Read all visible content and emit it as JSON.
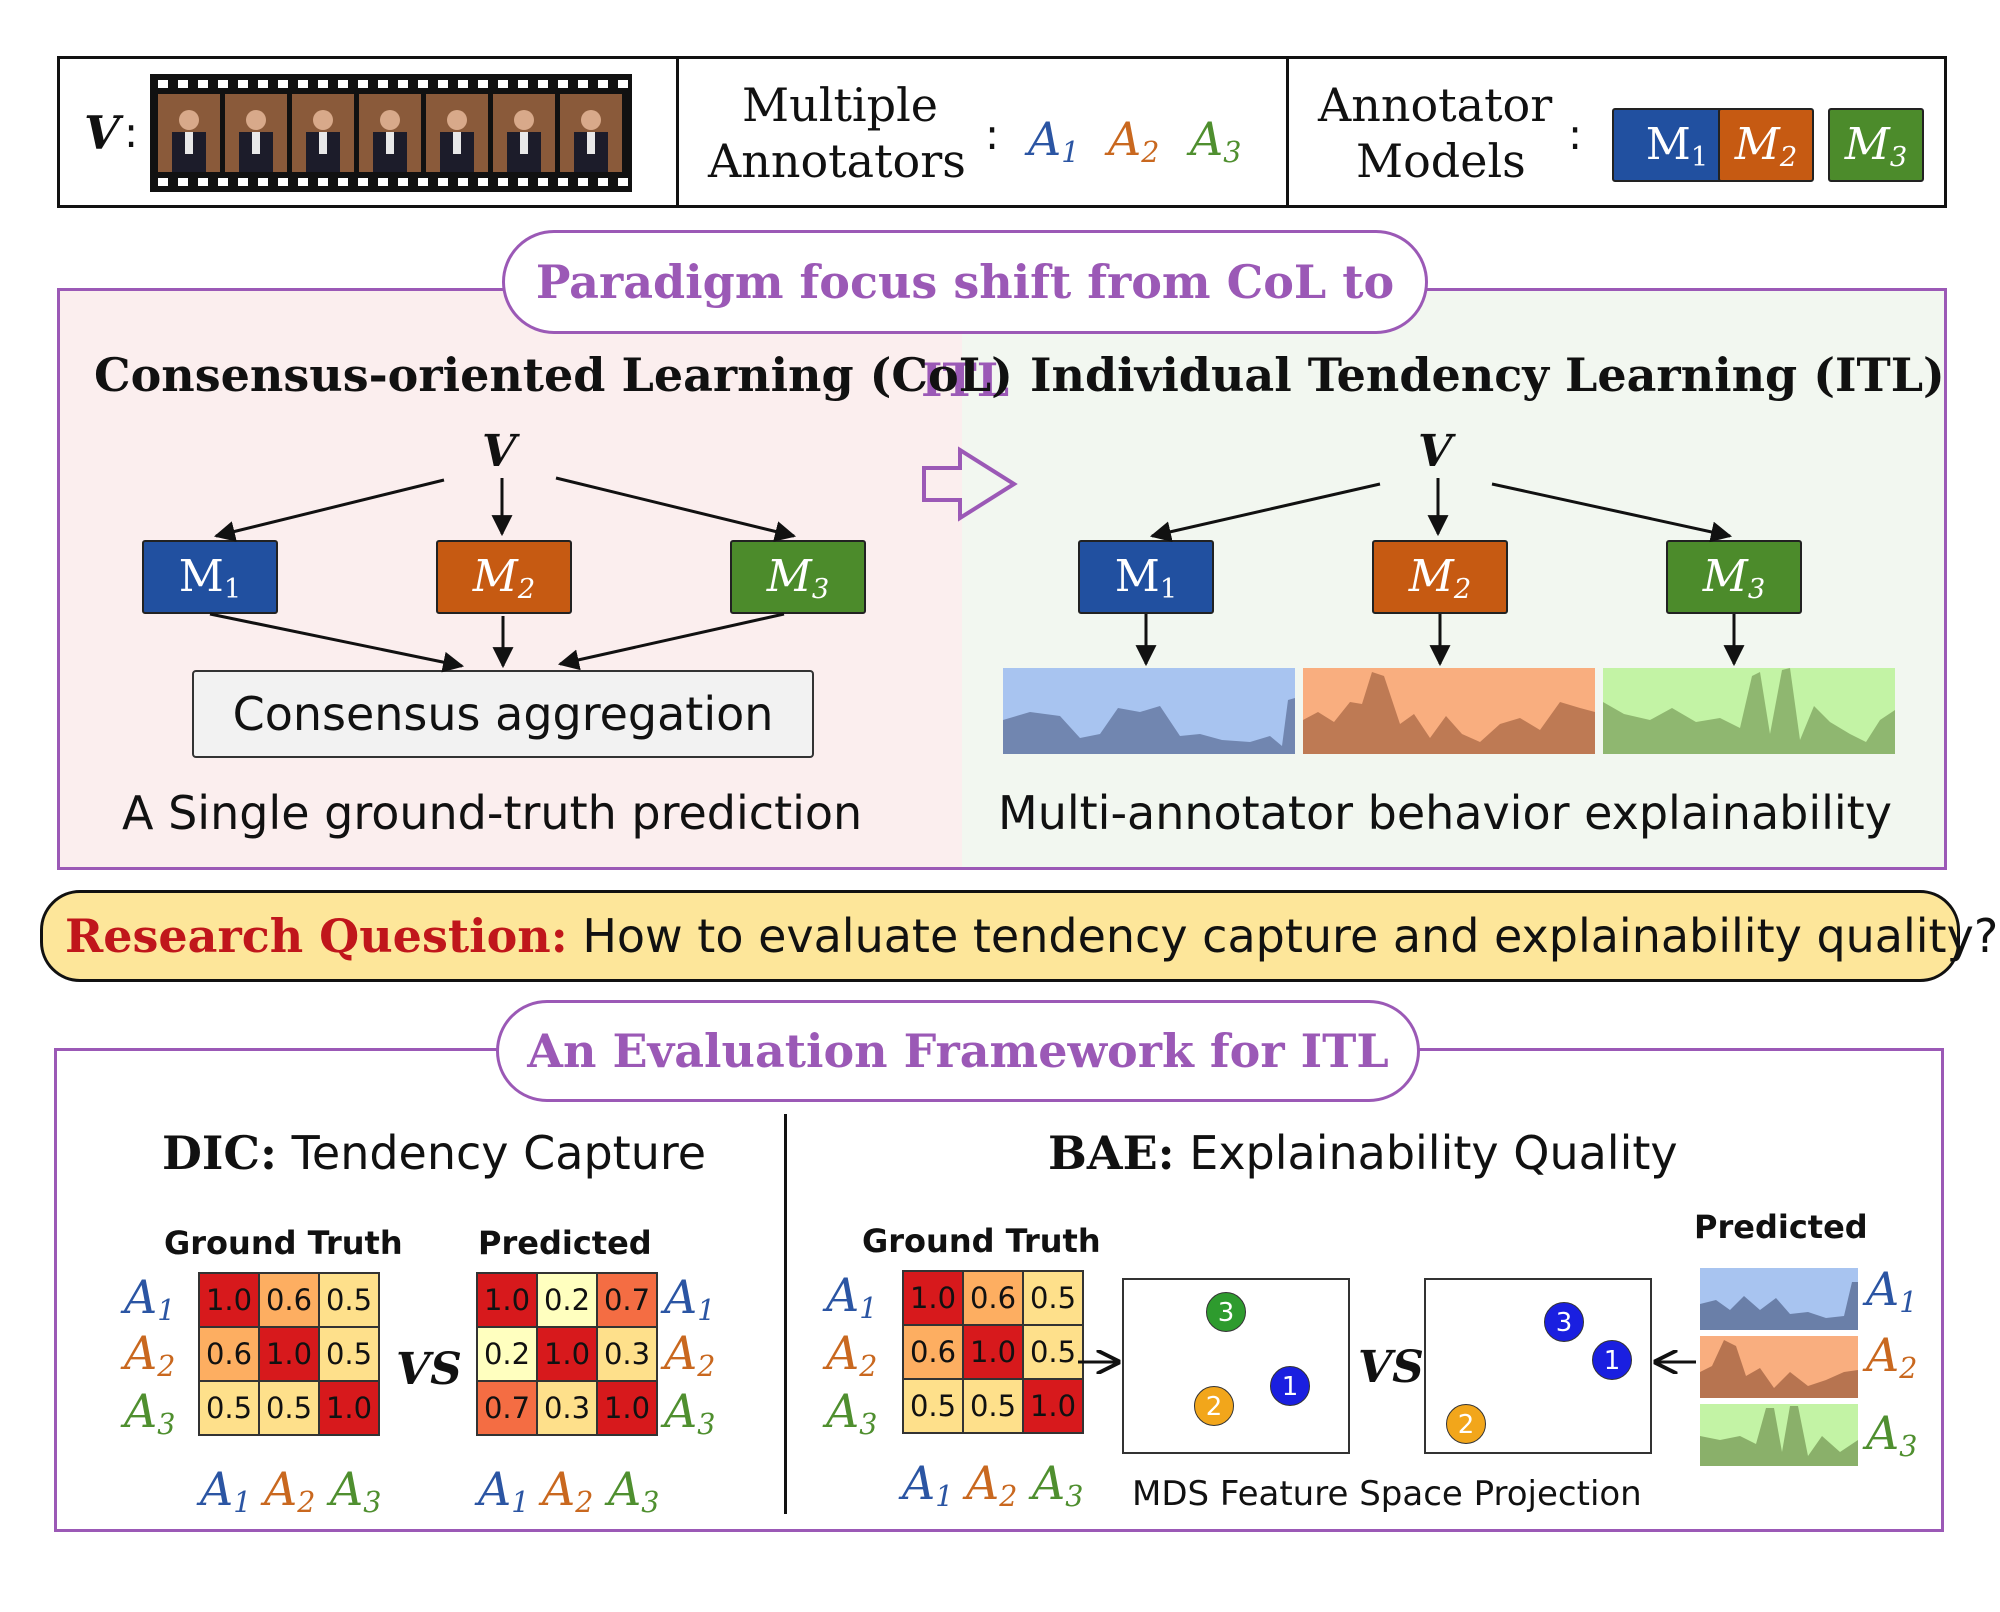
{
  "colors": {
    "blue": "#2b55a3",
    "orange": "#c9681f",
    "green": "#4f8f2f",
    "m1": "#2150a0",
    "m2": "#c65a12",
    "m3": "#4c8b2b",
    "purple": "#9b59b6",
    "research_red": "#c0161b",
    "research_bg": "#fde69a"
  },
  "header": {
    "v_label": "V",
    "v_colon": ":",
    "multiple": "Multiple",
    "annotators": "Annotators",
    "ann_colon": ":",
    "annotator_labels": [
      "A",
      "A",
      "A"
    ],
    "annotator_subs": [
      "1",
      "2",
      "3"
    ],
    "annotator_models_1": "Annotator",
    "annotator_models_2": "Models",
    "models_colon": ":",
    "model_labels": [
      "M",
      "M",
      "M"
    ],
    "model_subs": [
      "1",
      "2",
      "3"
    ]
  },
  "paradigm": {
    "title": "Paradigm focus shift from CoL to ITL",
    "col_title": "Consensus-oriented Learning (CoL)",
    "itl_title": "Individual Tendency Learning (ITL)",
    "v": "V",
    "aggregation": "Consensus aggregation",
    "col_caption": "A Single ground-truth prediction",
    "itl_caption": "Multi-annotator behavior explainability"
  },
  "research": {
    "label": "Research Question:",
    "question": "How to evaluate tendency capture and explainability quality?"
  },
  "framework": {
    "title": "An Evaluation Framework for ITL",
    "dic_bold": "DIC:",
    "dic_text": "Tendency Capture",
    "bae_bold": "BAE:",
    "bae_text": "Explainability Quality",
    "ground_truth": "Ground Truth",
    "predicted": "Predicted",
    "vs": "VS",
    "mds": "MDS Feature Space Projection",
    "gt_matrix": [
      [
        "1.0",
        "0.6",
        "0.5"
      ],
      [
        "0.6",
        "1.0",
        "0.5"
      ],
      [
        "0.5",
        "0.5",
        "1.0"
      ]
    ],
    "pred_matrix": [
      [
        "1.0",
        "0.2",
        "0.7"
      ],
      [
        "0.2",
        "1.0",
        "0.3"
      ],
      [
        "0.7",
        "0.3",
        "1.0"
      ]
    ],
    "gt_colors": [
      [
        "#d7191c",
        "#fdae61",
        "#fee08b"
      ],
      [
        "#fdae61",
        "#d7191c",
        "#fee08b"
      ],
      [
        "#fee08b",
        "#fee08b",
        "#d7191c"
      ]
    ],
    "pred_colors": [
      [
        "#d7191c",
        "#ffffbf",
        "#f46d43"
      ],
      [
        "#ffffbf",
        "#d7191c",
        "#fee08b"
      ],
      [
        "#f46d43",
        "#fee08b",
        "#d7191c"
      ]
    ],
    "dots": [
      "1",
      "2",
      "3"
    ]
  }
}
